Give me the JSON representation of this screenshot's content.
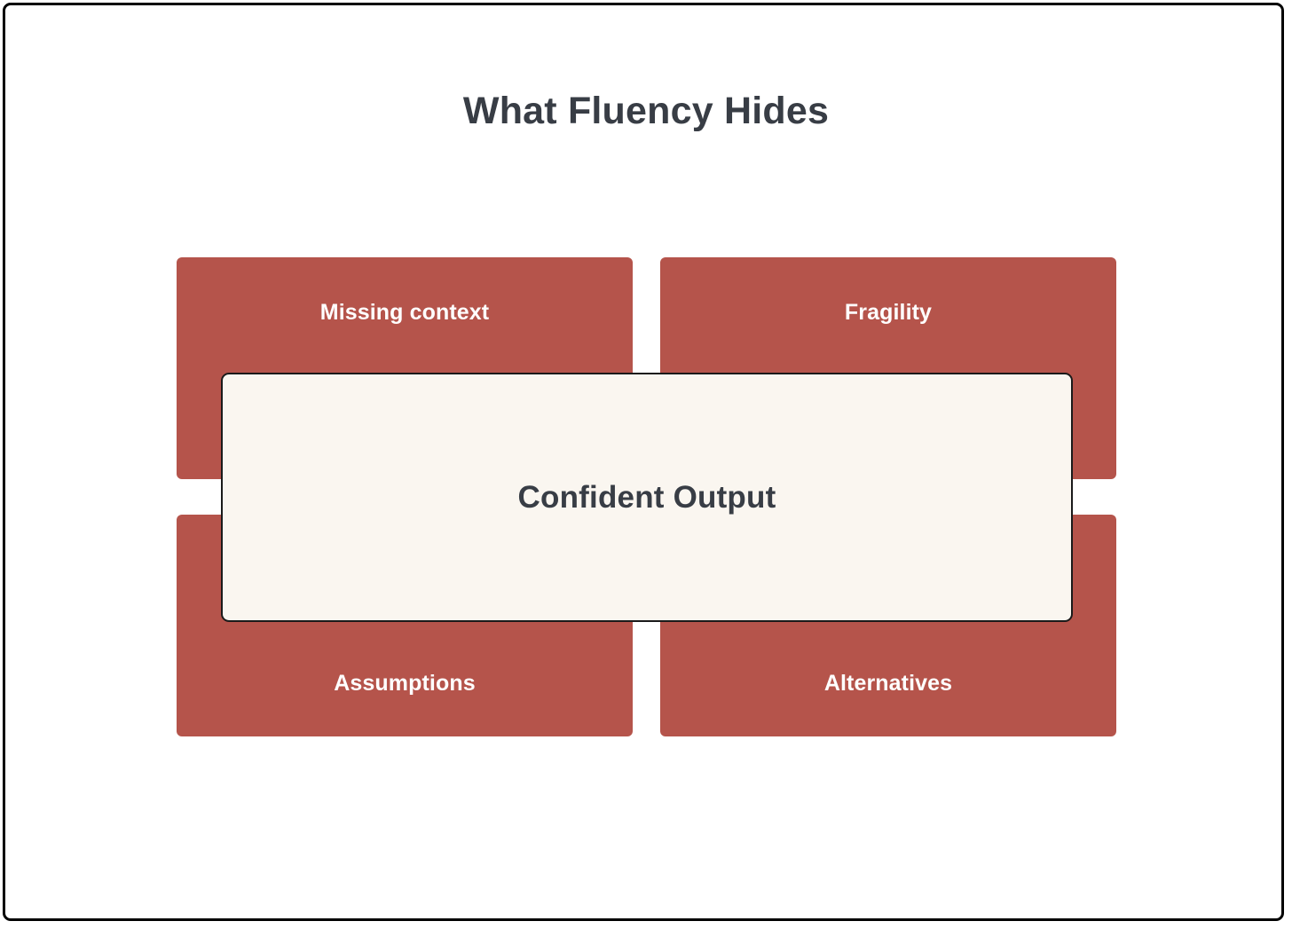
{
  "diagram": {
    "title": "What Fluency Hides",
    "type": "quadrant-overlay-diagram",
    "colors": {
      "quadrant_fill": "#b5544b",
      "quadrant_text": "#ffffff",
      "center_fill": "#faf6f0",
      "center_border": "#1a1a1a",
      "title_text": "#383d45",
      "frame_border": "#000000",
      "background": "#ffffff"
    },
    "center": {
      "label": "Confident Output"
    },
    "quadrants": [
      {
        "position": "top-left",
        "label": "Missing context"
      },
      {
        "position": "top-right",
        "label": "Fragility"
      },
      {
        "position": "bottom-left",
        "label": "Assumptions"
      },
      {
        "position": "bottom-right",
        "label": "Alternatives"
      }
    ]
  }
}
